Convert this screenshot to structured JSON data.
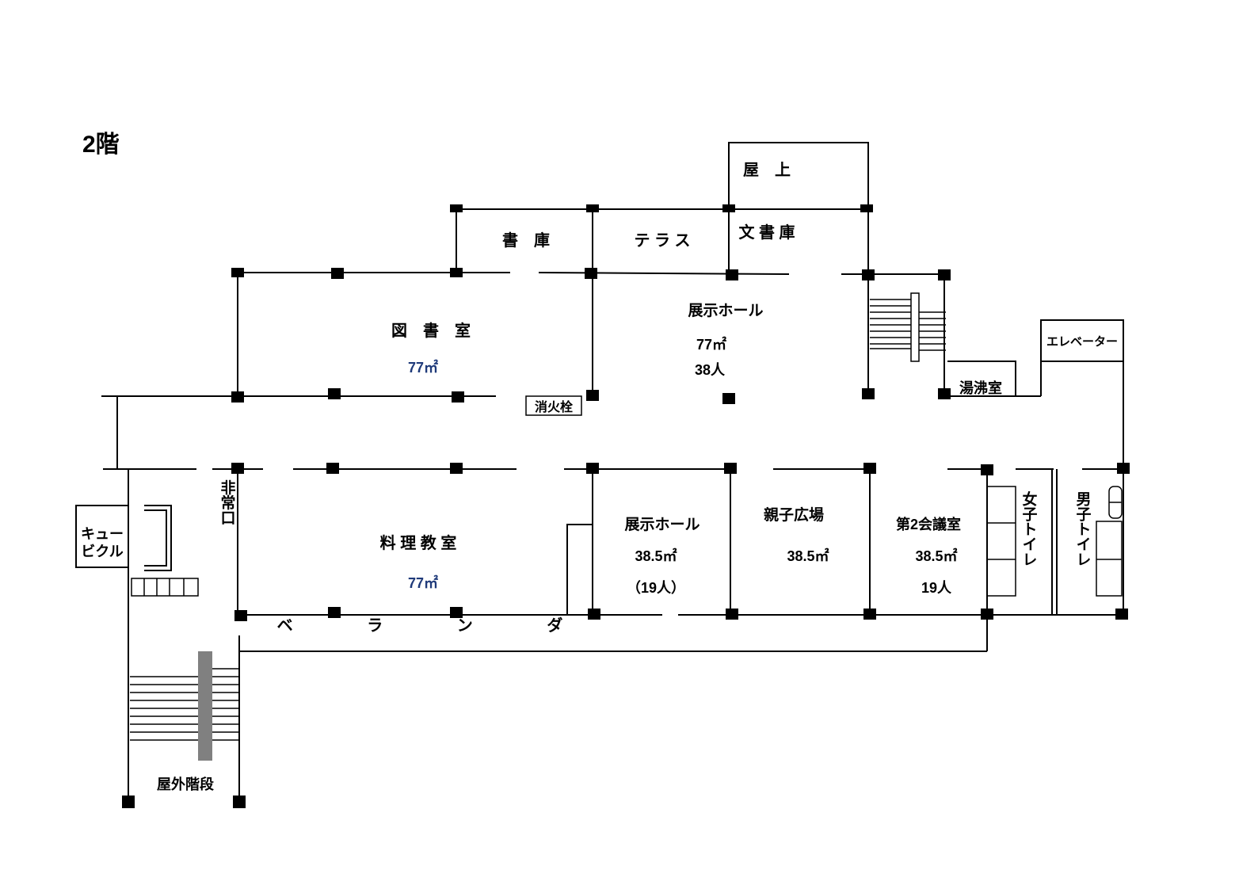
{
  "floor_title": "2階",
  "rooms": {
    "rooftop": "屋　上",
    "bookstore": "書　庫",
    "terrace": "テ ラ ス",
    "archive": "文 書 庫",
    "library": {
      "name": "図　書　室",
      "area": "77㎡"
    },
    "exhibition_hall_main": {
      "name": "展示ホール",
      "area": "77㎡",
      "capacity": "38人"
    },
    "hydrant": "消火栓",
    "elevator": "エレベーター",
    "kettle_room": "湯沸室",
    "cubicle": {
      "line1": "キュー",
      "line2": "ビクル"
    },
    "emergency_exit": "非常口",
    "cooking_room": {
      "name": "料 理 教 室",
      "area": "77㎡"
    },
    "exhibition_hall_small": {
      "name": "展示ホール",
      "area": "38.5㎡",
      "capacity": "（19人）"
    },
    "parent_child_plaza": {
      "name": "親子広場",
      "area": "38.5㎡"
    },
    "meeting_room_2": {
      "name": "第2会議室",
      "area": "38.5㎡",
      "capacity": "19人"
    },
    "womens_toilet": "女子トイレ",
    "mens_toilet": "男子トイレ",
    "veranda": "ベ ラ ン ダ",
    "outdoor_stairs": "屋外階段"
  }
}
